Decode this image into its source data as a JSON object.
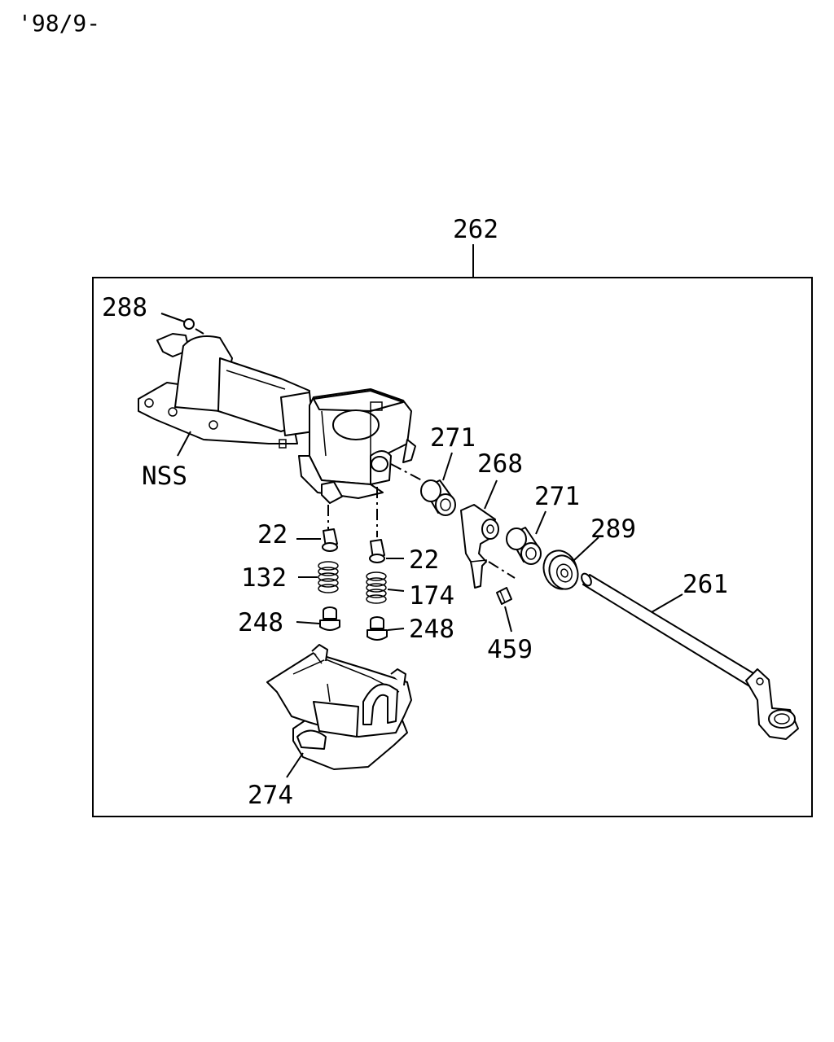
{
  "header": {
    "date_code": "'98/9-"
  },
  "assembly": {
    "label": "262"
  },
  "callouts": {
    "c288": "288",
    "nss": "NSS",
    "c271a": "271",
    "c268": "268",
    "c271b": "271",
    "c289": "289",
    "c261": "261",
    "c22a": "22",
    "c22b": "22",
    "c132": "132",
    "c174": "174",
    "c248a": "248",
    "c248b": "248",
    "c459": "459",
    "c274": "274"
  }
}
